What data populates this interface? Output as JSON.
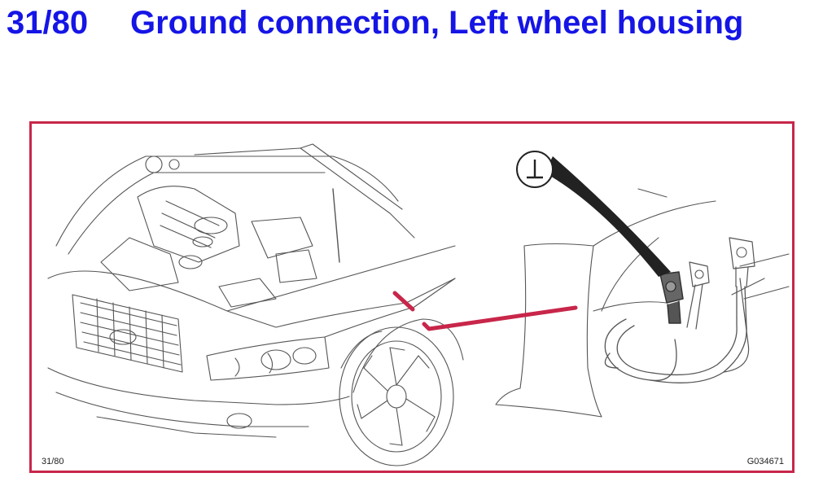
{
  "page": {
    "step": "31/80",
    "title": "Ground connection, Left wheel housing"
  },
  "figure": {
    "caption_left": "31/80",
    "caption_right": "G034671",
    "ground_symbol": "ground-symbol-icon"
  },
  "colors": {
    "heading": "#1515e6",
    "frame_border": "#c8264a",
    "callout_line": "#c8264a",
    "line_art": "#555555"
  }
}
